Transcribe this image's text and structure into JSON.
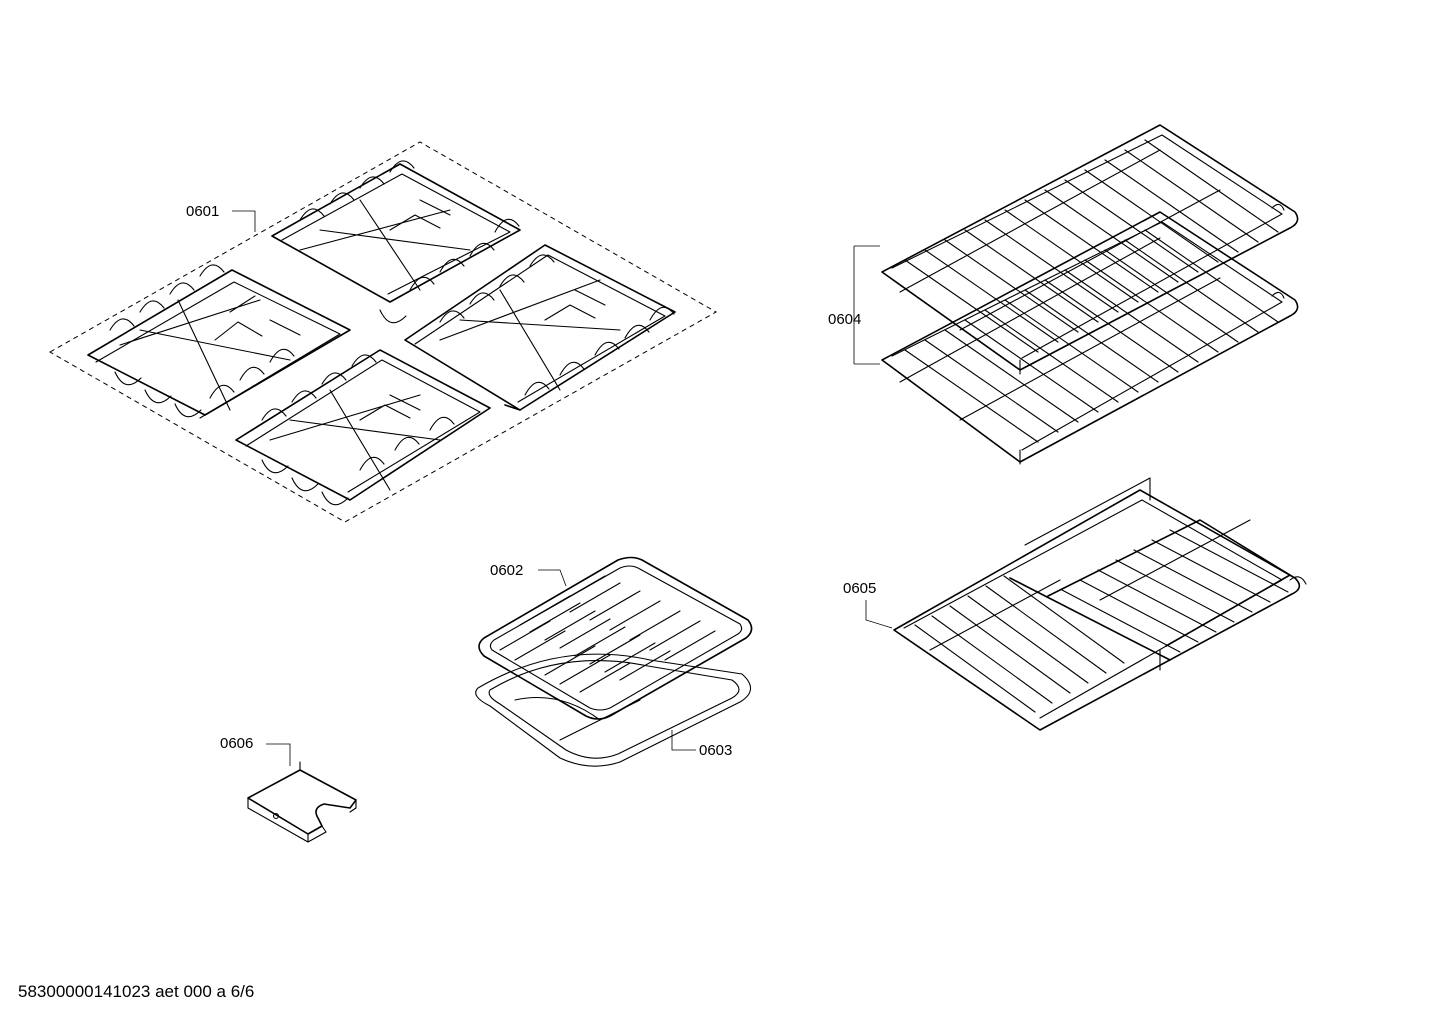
{
  "diagram": {
    "parts": [
      {
        "id": "p0601",
        "label": "0601"
      },
      {
        "id": "p0602",
        "label": "0602"
      },
      {
        "id": "p0603",
        "label": "0603"
      },
      {
        "id": "p0604",
        "label": "0604"
      },
      {
        "id": "p0605",
        "label": "0605"
      },
      {
        "id": "p0606",
        "label": "0606"
      }
    ],
    "footer": "58300000141023 aet 000 a 6/6"
  },
  "colors": {
    "line": "#000000",
    "background": "#ffffff"
  }
}
